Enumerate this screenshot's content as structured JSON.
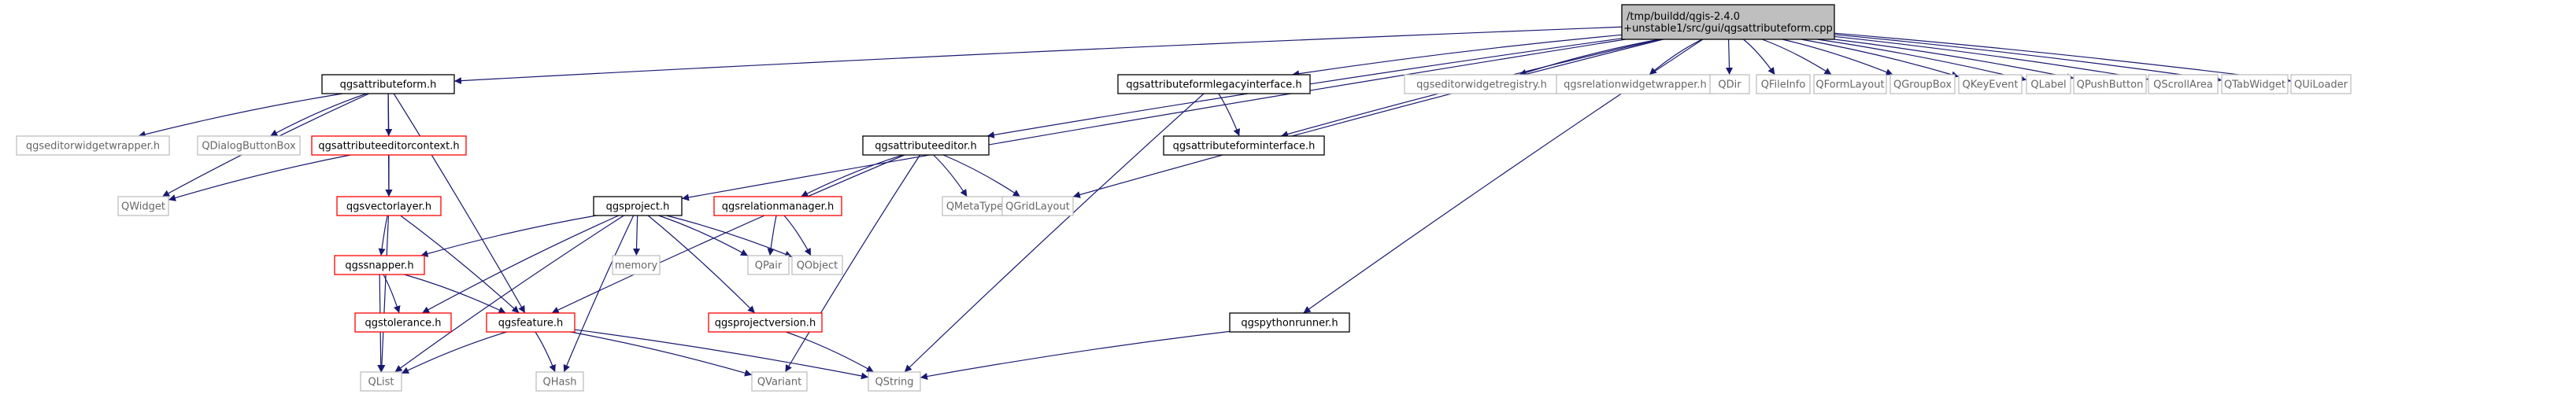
{
  "colors": {
    "edge": "#191970",
    "border_default": "#000000",
    "border_external": "#bfbfbf",
    "border_incomplete": "#ff0000",
    "fill_root": "#bfbfbf",
    "fill_default": "#ffffff",
    "text": "#000000",
    "text_external": "#666666"
  },
  "nodes": [
    {
      "id": "root",
      "lines": [
        "/tmp/buildd/qgis-2.4.0",
        "+unstable1/src/gui/qgsattributeform.cpp"
      ],
      "style": "root"
    },
    {
      "id": "qgsattributeform_h",
      "lines": [
        "qgsattributeform.h"
      ],
      "style": "default"
    },
    {
      "id": "qgsattributeformlegacyinterface_h",
      "lines": [
        "qgsattributeformlegacyinterface.h"
      ],
      "style": "default"
    },
    {
      "id": "qgseditorwidgetregistry_h",
      "lines": [
        "qgseditorwidgetregistry.h"
      ],
      "style": "external"
    },
    {
      "id": "qgsrelationwidgetwrapper_h",
      "lines": [
        "qgsrelationwidgetwrapper.h"
      ],
      "style": "external"
    },
    {
      "id": "QDir",
      "lines": [
        "QDir"
      ],
      "style": "external"
    },
    {
      "id": "QFileInfo",
      "lines": [
        "QFileInfo"
      ],
      "style": "external"
    },
    {
      "id": "QFormLayout",
      "lines": [
        "QFormLayout"
      ],
      "style": "external"
    },
    {
      "id": "QGroupBox",
      "lines": [
        "QGroupBox"
      ],
      "style": "external"
    },
    {
      "id": "QKeyEvent",
      "lines": [
        "QKeyEvent"
      ],
      "style": "external"
    },
    {
      "id": "QLabel",
      "lines": [
        "QLabel"
      ],
      "style": "external"
    },
    {
      "id": "QPushButton",
      "lines": [
        "QPushButton"
      ],
      "style": "external"
    },
    {
      "id": "QScrollArea",
      "lines": [
        "QScrollArea"
      ],
      "style": "external"
    },
    {
      "id": "QTabWidget",
      "lines": [
        "QTabWidget"
      ],
      "style": "external"
    },
    {
      "id": "QUiLoader",
      "lines": [
        "QUiLoader"
      ],
      "style": "external"
    },
    {
      "id": "qgseditorwidgetwrapper_h",
      "lines": [
        "qgseditorwidgetwrapper.h"
      ],
      "style": "external"
    },
    {
      "id": "QDialogButtonBox",
      "lines": [
        "QDialogButtonBox"
      ],
      "style": "external"
    },
    {
      "id": "qgsattributeeditorcontext_h",
      "lines": [
        "qgsattributeeditorcontext.h"
      ],
      "style": "incomplete"
    },
    {
      "id": "qgsattributeeditor_h",
      "lines": [
        "qgsattributeeditor.h"
      ],
      "style": "default"
    },
    {
      "id": "qgsattributeforminterface_h",
      "lines": [
        "qgsattributeforminterface.h"
      ],
      "style": "default"
    },
    {
      "id": "QWidget",
      "lines": [
        "QWidget"
      ],
      "style": "external"
    },
    {
      "id": "qgsvectorlayer_h",
      "lines": [
        "qgsvectorlayer.h"
      ],
      "style": "incomplete"
    },
    {
      "id": "qgsproject_h",
      "lines": [
        "qgsproject.h"
      ],
      "style": "default"
    },
    {
      "id": "qgsrelationmanager_h",
      "lines": [
        "qgsrelationmanager.h"
      ],
      "style": "incomplete"
    },
    {
      "id": "QMetaType",
      "lines": [
        "QMetaType"
      ],
      "style": "external"
    },
    {
      "id": "QGridLayout",
      "lines": [
        "QGridLayout"
      ],
      "style": "external"
    },
    {
      "id": "memory",
      "lines": [
        "memory"
      ],
      "style": "external"
    },
    {
      "id": "QPair",
      "lines": [
        "QPair"
      ],
      "style": "external"
    },
    {
      "id": "QObject",
      "lines": [
        "QObject"
      ],
      "style": "external"
    },
    {
      "id": "qgssnapper_h",
      "lines": [
        "qgssnapper.h"
      ],
      "style": "incomplete"
    },
    {
      "id": "qgstolerance_h",
      "lines": [
        "qgstolerance.h"
      ],
      "style": "incomplete"
    },
    {
      "id": "qgsfeature_h",
      "lines": [
        "qgsfeature.h"
      ],
      "style": "incomplete"
    },
    {
      "id": "qgsprojectversion_h",
      "lines": [
        "qgsprojectversion.h"
      ],
      "style": "incomplete"
    },
    {
      "id": "qgspythonrunner_h",
      "lines": [
        "qgspythonrunner.h"
      ],
      "style": "default"
    },
    {
      "id": "QList",
      "lines": [
        "QList"
      ],
      "style": "external"
    },
    {
      "id": "QHash",
      "lines": [
        "QHash"
      ],
      "style": "external"
    },
    {
      "id": "QVariant",
      "lines": [
        "QVariant"
      ],
      "style": "external"
    },
    {
      "id": "QString",
      "lines": [
        "QString"
      ],
      "style": "external"
    }
  ],
  "edges": [
    [
      "root",
      "qgsattributeform_h"
    ],
    [
      "root",
      "qgsattributeformlegacyinterface_h"
    ],
    [
      "root",
      "qgseditorwidgetregistry_h"
    ],
    [
      "root",
      "qgsrelationwidgetwrapper_h"
    ],
    [
      "root",
      "QDir"
    ],
    [
      "root",
      "QFileInfo"
    ],
    [
      "root",
      "QFormLayout"
    ],
    [
      "root",
      "QGroupBox"
    ],
    [
      "root",
      "QKeyEvent"
    ],
    [
      "root",
      "QLabel"
    ],
    [
      "root",
      "QPushButton"
    ],
    [
      "root",
      "QScrollArea"
    ],
    [
      "root",
      "QTabWidget"
    ],
    [
      "root",
      "QUiLoader"
    ],
    [
      "root",
      "qgsattributeeditor_h"
    ],
    [
      "root",
      "qgsattributeforminterface_h"
    ],
    [
      "root",
      "QGridLayout"
    ],
    [
      "root",
      "qgsproject_h"
    ],
    [
      "root",
      "qgspythonrunner_h"
    ],
    [
      "qgsattributeform_h",
      "qgseditorwidgetwrapper_h"
    ],
    [
      "qgsattributeform_h",
      "QDialogButtonBox"
    ],
    [
      "qgsattributeform_h",
      "qgsattributeeditorcontext_h"
    ],
    [
      "qgsattributeform_h",
      "QWidget"
    ],
    [
      "qgsattributeform_h",
      "qgsvectorlayer_h"
    ],
    [
      "qgsattributeform_h",
      "qgsfeature_h"
    ],
    [
      "qgsattributeeditorcontext_h",
      "QWidget"
    ],
    [
      "qgsattributeeditorcontext_h",
      "qgsvectorlayer_h"
    ],
    [
      "qgsattributeformlegacyinterface_h",
      "qgsattributeforminterface_h"
    ],
    [
      "qgsattributeformlegacyinterface_h",
      "QString"
    ],
    [
      "qgsattributeeditor_h",
      "qgsrelationmanager_h"
    ],
    [
      "qgsattributeeditor_h",
      "QMetaType"
    ],
    [
      "qgsattributeeditor_h",
      "QGridLayout"
    ],
    [
      "qgsattributeeditor_h",
      "qgsfeature_h"
    ],
    [
      "qgsattributeeditor_h",
      "QVariant"
    ],
    [
      "qgsvectorlayer_h",
      "qgssnapper_h"
    ],
    [
      "qgsvectorlayer_h",
      "qgsfeature_h"
    ],
    [
      "qgsvectorlayer_h",
      "QList"
    ],
    [
      "qgsproject_h",
      "memory"
    ],
    [
      "qgsproject_h",
      "QPair"
    ],
    [
      "qgsproject_h",
      "QObject"
    ],
    [
      "qgsproject_h",
      "qgssnapper_h"
    ],
    [
      "qgsproject_h",
      "qgstolerance_h"
    ],
    [
      "qgsproject_h",
      "qgsprojectversion_h"
    ],
    [
      "qgsproject_h",
      "QList"
    ],
    [
      "qgsproject_h",
      "QHash"
    ],
    [
      "qgsrelationmanager_h",
      "QPair"
    ],
    [
      "qgsrelationmanager_h",
      "QObject"
    ],
    [
      "qgssnapper_h",
      "qgstolerance_h"
    ],
    [
      "qgssnapper_h",
      "qgsfeature_h"
    ],
    [
      "qgssnapper_h",
      "QList"
    ],
    [
      "qgsfeature_h",
      "QList"
    ],
    [
      "qgsfeature_h",
      "QHash"
    ],
    [
      "qgsfeature_h",
      "QVariant"
    ],
    [
      "qgsfeature_h",
      "QString"
    ],
    [
      "qgsprojectversion_h",
      "QString"
    ],
    [
      "qgspythonrunner_h",
      "QString"
    ]
  ]
}
